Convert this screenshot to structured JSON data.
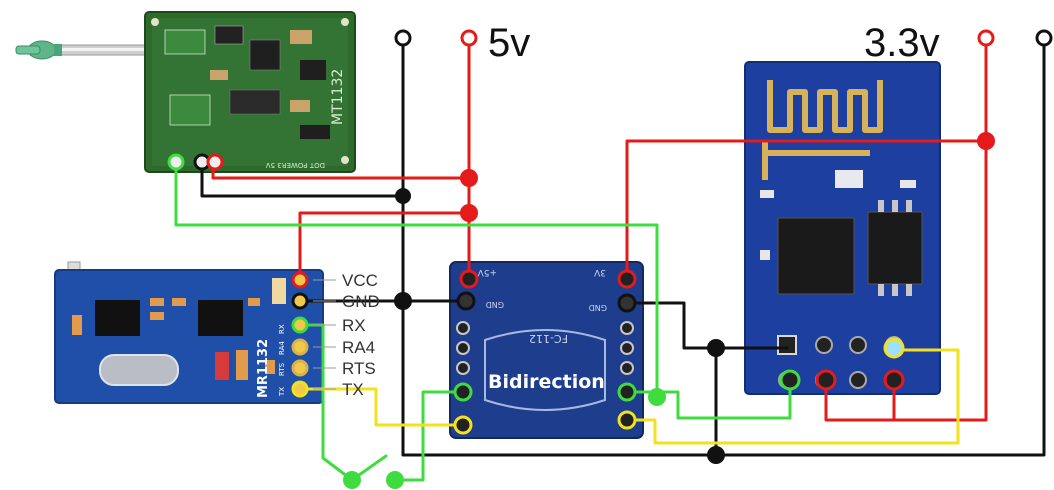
{
  "rails": {
    "v5_label": "5v",
    "v33_label": "3.3v"
  },
  "rf_module": {
    "silk_model": "MT1132",
    "silk_bottom": "DOT POWER3 5V"
  },
  "receiver": {
    "pin_labels": [
      "VCC",
      "GND",
      "RX",
      "RA4",
      "RTS",
      "TX"
    ],
    "silk_model": "MR1132",
    "silk_pins": [
      "TX",
      "RTS",
      "RA4",
      "RX"
    ]
  },
  "level_shifter": {
    "label_5v": "+5V",
    "label_3v": "3V",
    "label_gnd_left": "GND",
    "label_gnd_right": "GND",
    "model": "FC-112",
    "title": "Bidirection"
  },
  "colors": {
    "red": "#e51b1b",
    "black": "#111111",
    "green": "#3fdc3f",
    "yellow": "#f2e21d",
    "pcb_green": "#2e6a2c",
    "pcb_blue": "#1f4fa8",
    "esp_blue": "#1c3fa0"
  }
}
